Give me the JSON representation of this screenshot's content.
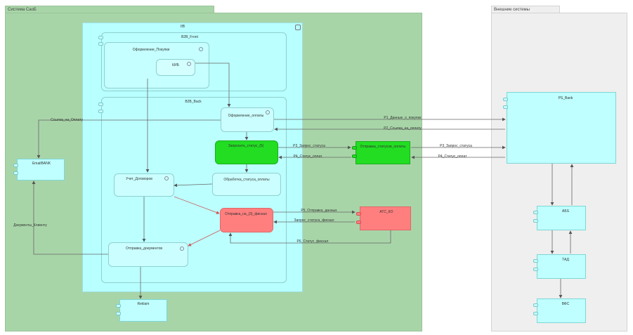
{
  "containers": {
    "main_system": "Система СаоБ",
    "external_systems": "Внешние системы",
    "iib": "IIB",
    "b2b_front": "B2B_Front",
    "b2b_back": "B2B_Back"
  },
  "nodes": {
    "oformlenie_pokupki": "Оформление_Покупки",
    "kib": "КИБ",
    "oformlenie_oplaty": "Оформление_оплаты",
    "zaprosit_status": "Запросить_статус_(5)",
    "otpravka_statusa": "Отправка_статусов_оплаты",
    "uchet_dogovorov": "Учет_Договоров",
    "obrabotka_statusa": "Обработка_статуса_оплаты",
    "email_bank": "EmailBANK",
    "otpravka_fiskal": "Отправка_на_(3)_фискал",
    "ats_ko": "АТС_КО",
    "otpravka_dokumentov": "Отправка_документов",
    "reklama": "Reklam",
    "ps_bank": "PS_Bank",
    "abs": "АБS",
    "tsad": "ТАД",
    "bfs": "ВФС"
  },
  "edges": {
    "p1": "P1_Данные_о_покупке",
    "p2": "P2_Ссылка_на_оплату",
    "p3_left": "P3_Запрос_статуса",
    "p3_right": "P3_Запрос_статуса",
    "p4_left": "P4_Статус_оплат",
    "p4_right": "P4_Статус_оплат",
    "p5": "P5_Отправка_данных",
    "p6": "Запрос_статуса_фискал",
    "p7": "P6_Статус_фискал",
    "email_link": "Ссылка_на_Оплату",
    "docs_client": "Документы_Клиенту"
  },
  "colors": {
    "green_bg": "#a8d5a8",
    "cyan_bg": "#b8ffff",
    "gray_bg": "#efefef",
    "green_node": "#22dd22",
    "red_node": "#ff7f7f"
  }
}
